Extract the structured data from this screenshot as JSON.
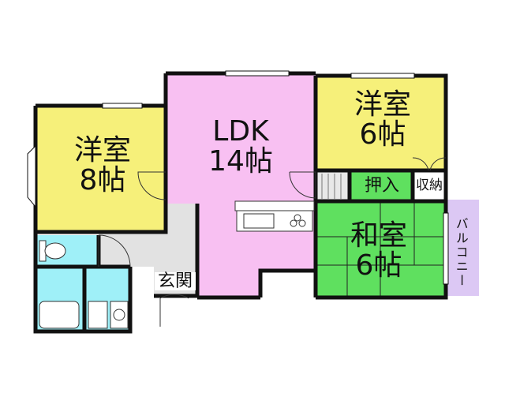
{
  "rooms": {
    "western_8": {
      "name": "洋室",
      "size": "8帖"
    },
    "ldk": {
      "name": "LDK",
      "size": "14帖"
    },
    "western_6": {
      "name": "洋室",
      "size": "6帖"
    },
    "japanese_6": {
      "name": "和室",
      "size": "6帖"
    }
  },
  "labels": {
    "oshiire": "押入",
    "shuno": "収納",
    "genkan": "玄関",
    "balcony": "バルコニー"
  },
  "colors": {
    "western": "#f6f07a",
    "ldk": "#f8c0f2",
    "japanese": "#5fe05f",
    "wet_area": "#9ff0f8",
    "entrance": "#e2e2e2",
    "balcony": "#dcc8f4",
    "wall": "#111111"
  }
}
